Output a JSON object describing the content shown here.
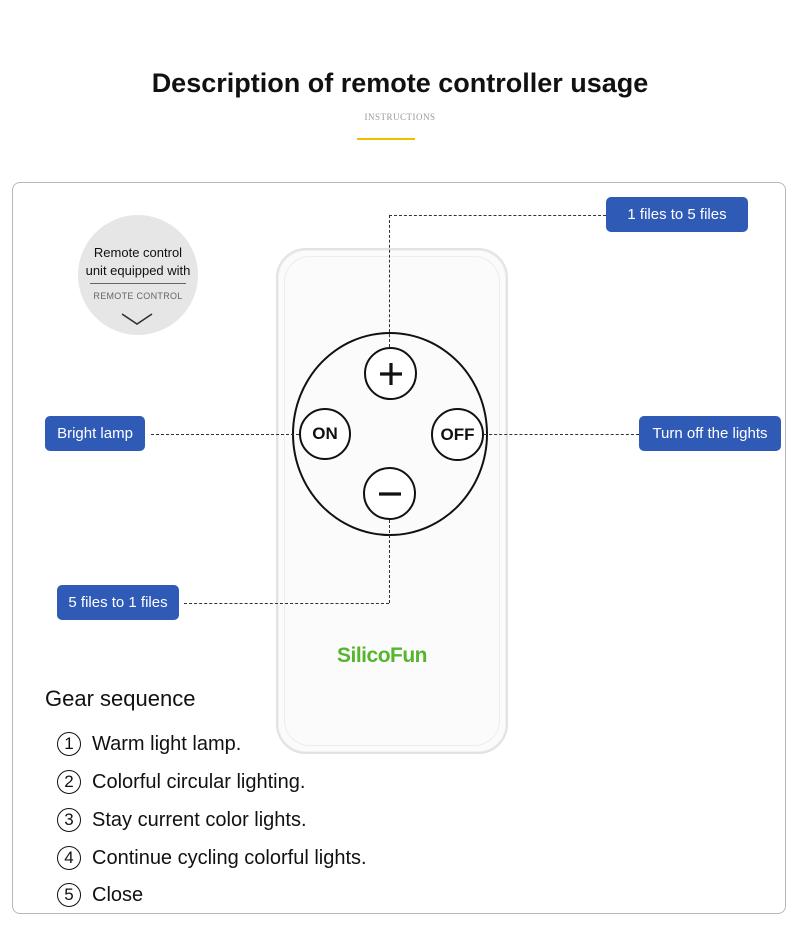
{
  "header": {
    "title": "Description of remote controller usage",
    "subtitle": "INSTRUCTIONS"
  },
  "badge": {
    "line1": "Remote control",
    "line2": "unit equipped with",
    "small": "REMOTE CONTROL",
    "icon": "chevron-down-icon"
  },
  "remote": {
    "plus_icon": "plus-icon",
    "minus_icon": "minus-icon",
    "on_label": "ON",
    "off_label": "OFF",
    "brand": "SilicoFun"
  },
  "callouts": {
    "top": "1 files to 5 files",
    "left": "Bright lamp",
    "right": "Turn off the lights",
    "bottom": "5 files to 1 files"
  },
  "gear": {
    "title": "Gear sequence",
    "items": [
      {
        "num": "1",
        "text": "Warm light lamp."
      },
      {
        "num": "2",
        "text": "Colorful circular lighting."
      },
      {
        "num": "3",
        "text": "Stay current color lights."
      },
      {
        "num": "4",
        "text": "Continue cycling colorful lights."
      },
      {
        "num": "5",
        "text": "Close"
      }
    ]
  },
  "colors": {
    "accent_underline": "#f0c000",
    "callout_bg": "#2f5bb7",
    "brand_green": "#55b62d"
  }
}
